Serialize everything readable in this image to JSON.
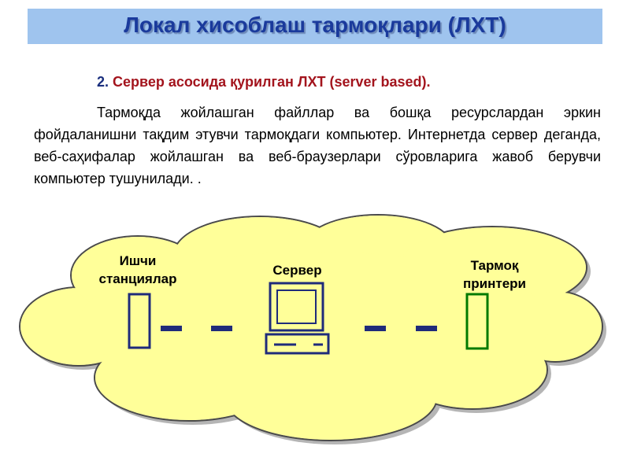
{
  "slide": {
    "title": "Локал хисоблаш тармоқлари (ЛХТ)",
    "subheading_number": "2.",
    "subheading_text": "Сервер асосида қурилган ЛХТ (server based).",
    "paragraph": "Тармоқда жойлашган файллар ва бошқа ресурслардан эркин фойдаланишни тақдим этувчи тармоқдаги компьютер. Интернетда сервер деганда, веб-саҳифалар жойлашган ва веб-браузерлари сўровларига жавоб берувчи компьютер тушунилади.   ."
  },
  "diagram": {
    "workstations_label_line1": "Ишчи",
    "workstations_label_line2": "станциялар",
    "server_label": "Сервер",
    "printer_label_line1": "Тармоқ",
    "printer_label_line2": "принтери",
    "colors": {
      "cloud_fill": "#ffff99",
      "cloud_shadow": "#b5b5b5",
      "cloud_outline": "#4a4a4a",
      "workstation_color": "#1f2b7a",
      "link_color": "#1f2b7a",
      "server_color": "#1f2b7a",
      "printer_color": "#007a00"
    }
  }
}
